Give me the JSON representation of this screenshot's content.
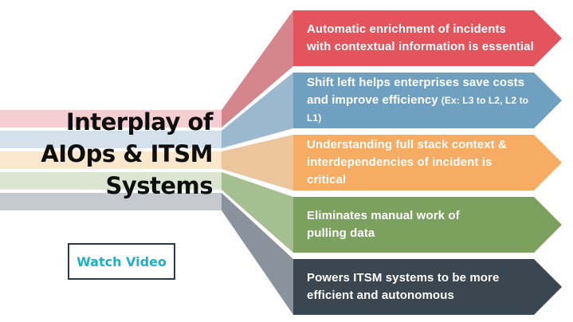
{
  "title": {
    "lines": [
      "Interplay of",
      "AIOps & ITSM",
      "Systems"
    ],
    "color": "#0f0f0f"
  },
  "watch_video": {
    "label": "Watch Video",
    "text_color": "#1cb1c9",
    "border_color": "#2b3a49"
  },
  "banners": [
    {
      "label_lines": [
        "Automatic enrichment of incidents",
        "with contextual information is essential"
      ],
      "note": "",
      "color_full": "#e4545c",
      "color_mid": "#d5868c",
      "color_pale": "#f5ced1"
    },
    {
      "label_lines": [
        "Shift left helps enterprises save costs",
        "and improve efficiency"
      ],
      "note": "(Ex: L3 to L2, L2 to L1)",
      "color_full": "#6fa0c0",
      "color_mid": "#9bb9ce",
      "color_pale": "#d4e1eb"
    },
    {
      "label_lines": [
        "Understanding full stack context &",
        "interdependencies of incident is critical"
      ],
      "note": "",
      "color_full": "#f6ac63",
      "color_mid": "#ebc59b",
      "color_pale": "#fbe8cc"
    },
    {
      "label_lines": [
        "Eliminates manual work of",
        "pulling data"
      ],
      "note": "",
      "color_full": "#7ca15e",
      "color_mid": "#a6bf90",
      "color_pale": "#dce5d1"
    },
    {
      "label_lines": [
        "Powers ITSM systems to be more",
        "efficient and autonomous"
      ],
      "note": "",
      "color_full": "#3a4650",
      "color_mid": "#8a929b",
      "color_pale": "#c6c9ce"
    }
  ]
}
